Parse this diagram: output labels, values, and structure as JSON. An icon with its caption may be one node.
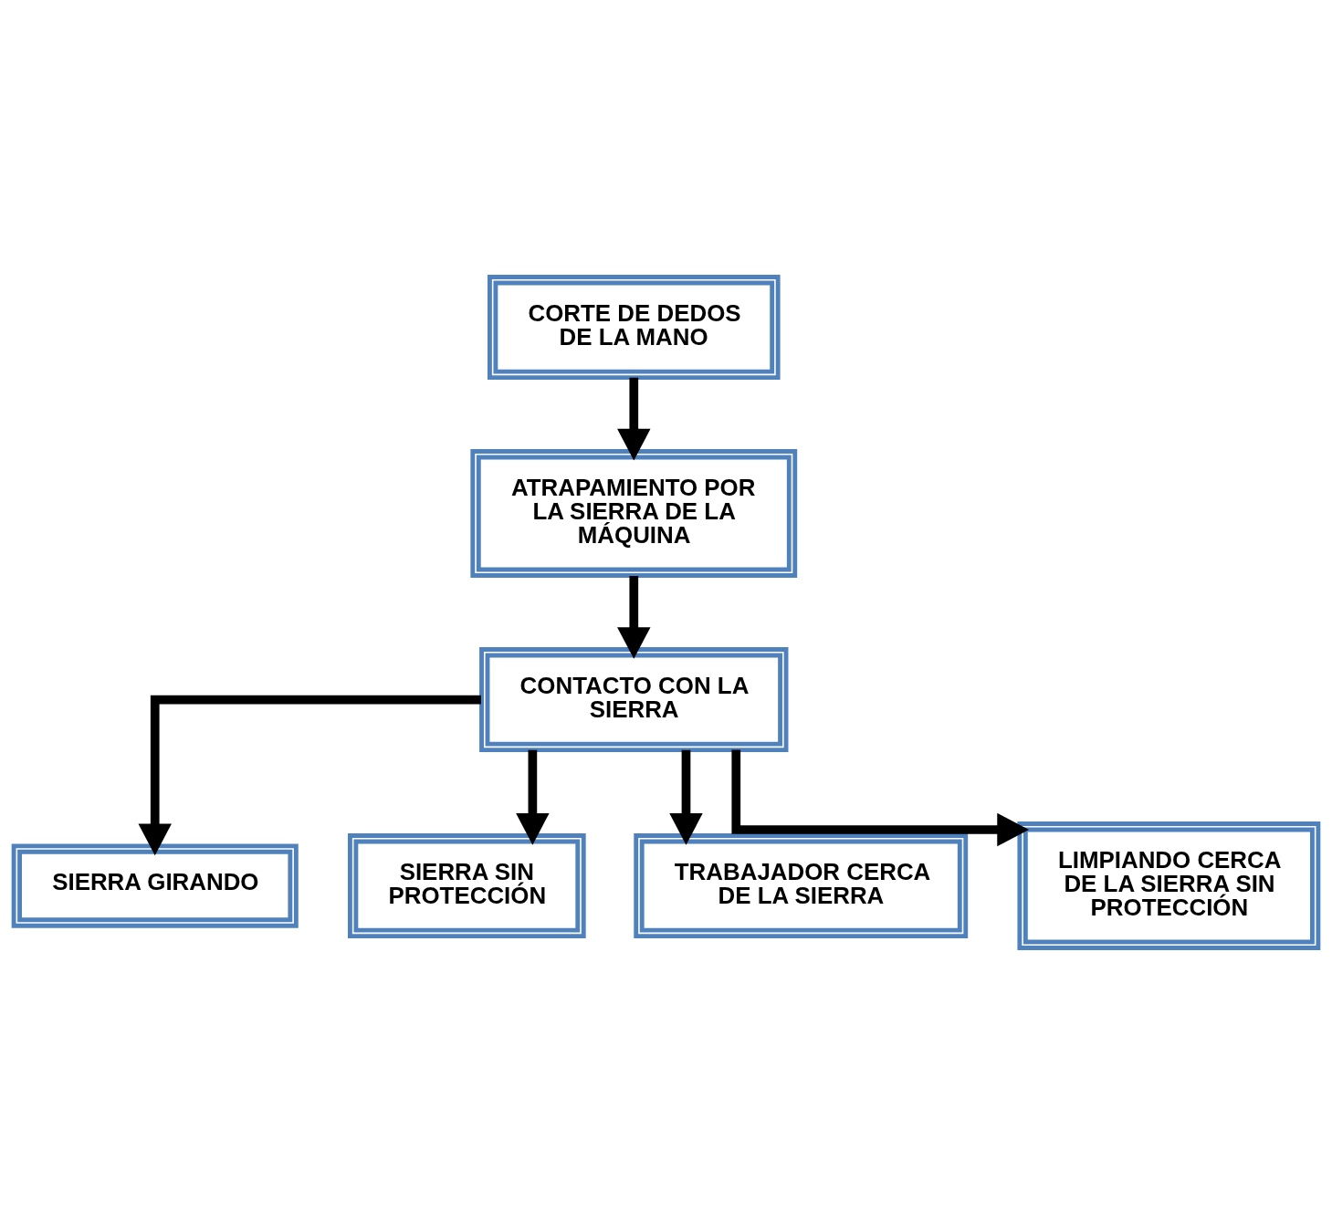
{
  "diagram": {
    "nodes": [
      {
        "text": [
          "CORTE DE DEDOS DE LA MANO"
        ]
      },
      {
        "text": [
          "ATRAPAMIENTO POR LA SIERRA DE LA MÁQUINA"
        ]
      },
      {
        "text": [
          "CONTACTO CON LA SIERRA"
        ]
      },
      {
        "text": [
          "SIERRA GIRANDO"
        ]
      },
      {
        "text": [
          "SIERRA SIN PROTECCIÓN"
        ]
      },
      {
        "text": [
          "TRABAJADOR CERCA DE LA SIERRA"
        ]
      },
      {
        "text": [
          "LIMPIANDO CERCA DE LA SIERRA SIN PROTECCIÓN"
        ]
      }
    ],
    "edges": [
      {
        "from": 0,
        "to": 1,
        "arrow": "to"
      },
      {
        "from": 1,
        "to": 2,
        "arrow": "to"
      },
      {
        "from": 2,
        "to": 3,
        "arrow": "to"
      },
      {
        "from": 2,
        "to": 4,
        "arrow": "to"
      },
      {
        "from": 2,
        "to": 5,
        "arrow": "to"
      },
      {
        "from": 2,
        "to": 6,
        "arrow": "to"
      }
    ]
  }
}
